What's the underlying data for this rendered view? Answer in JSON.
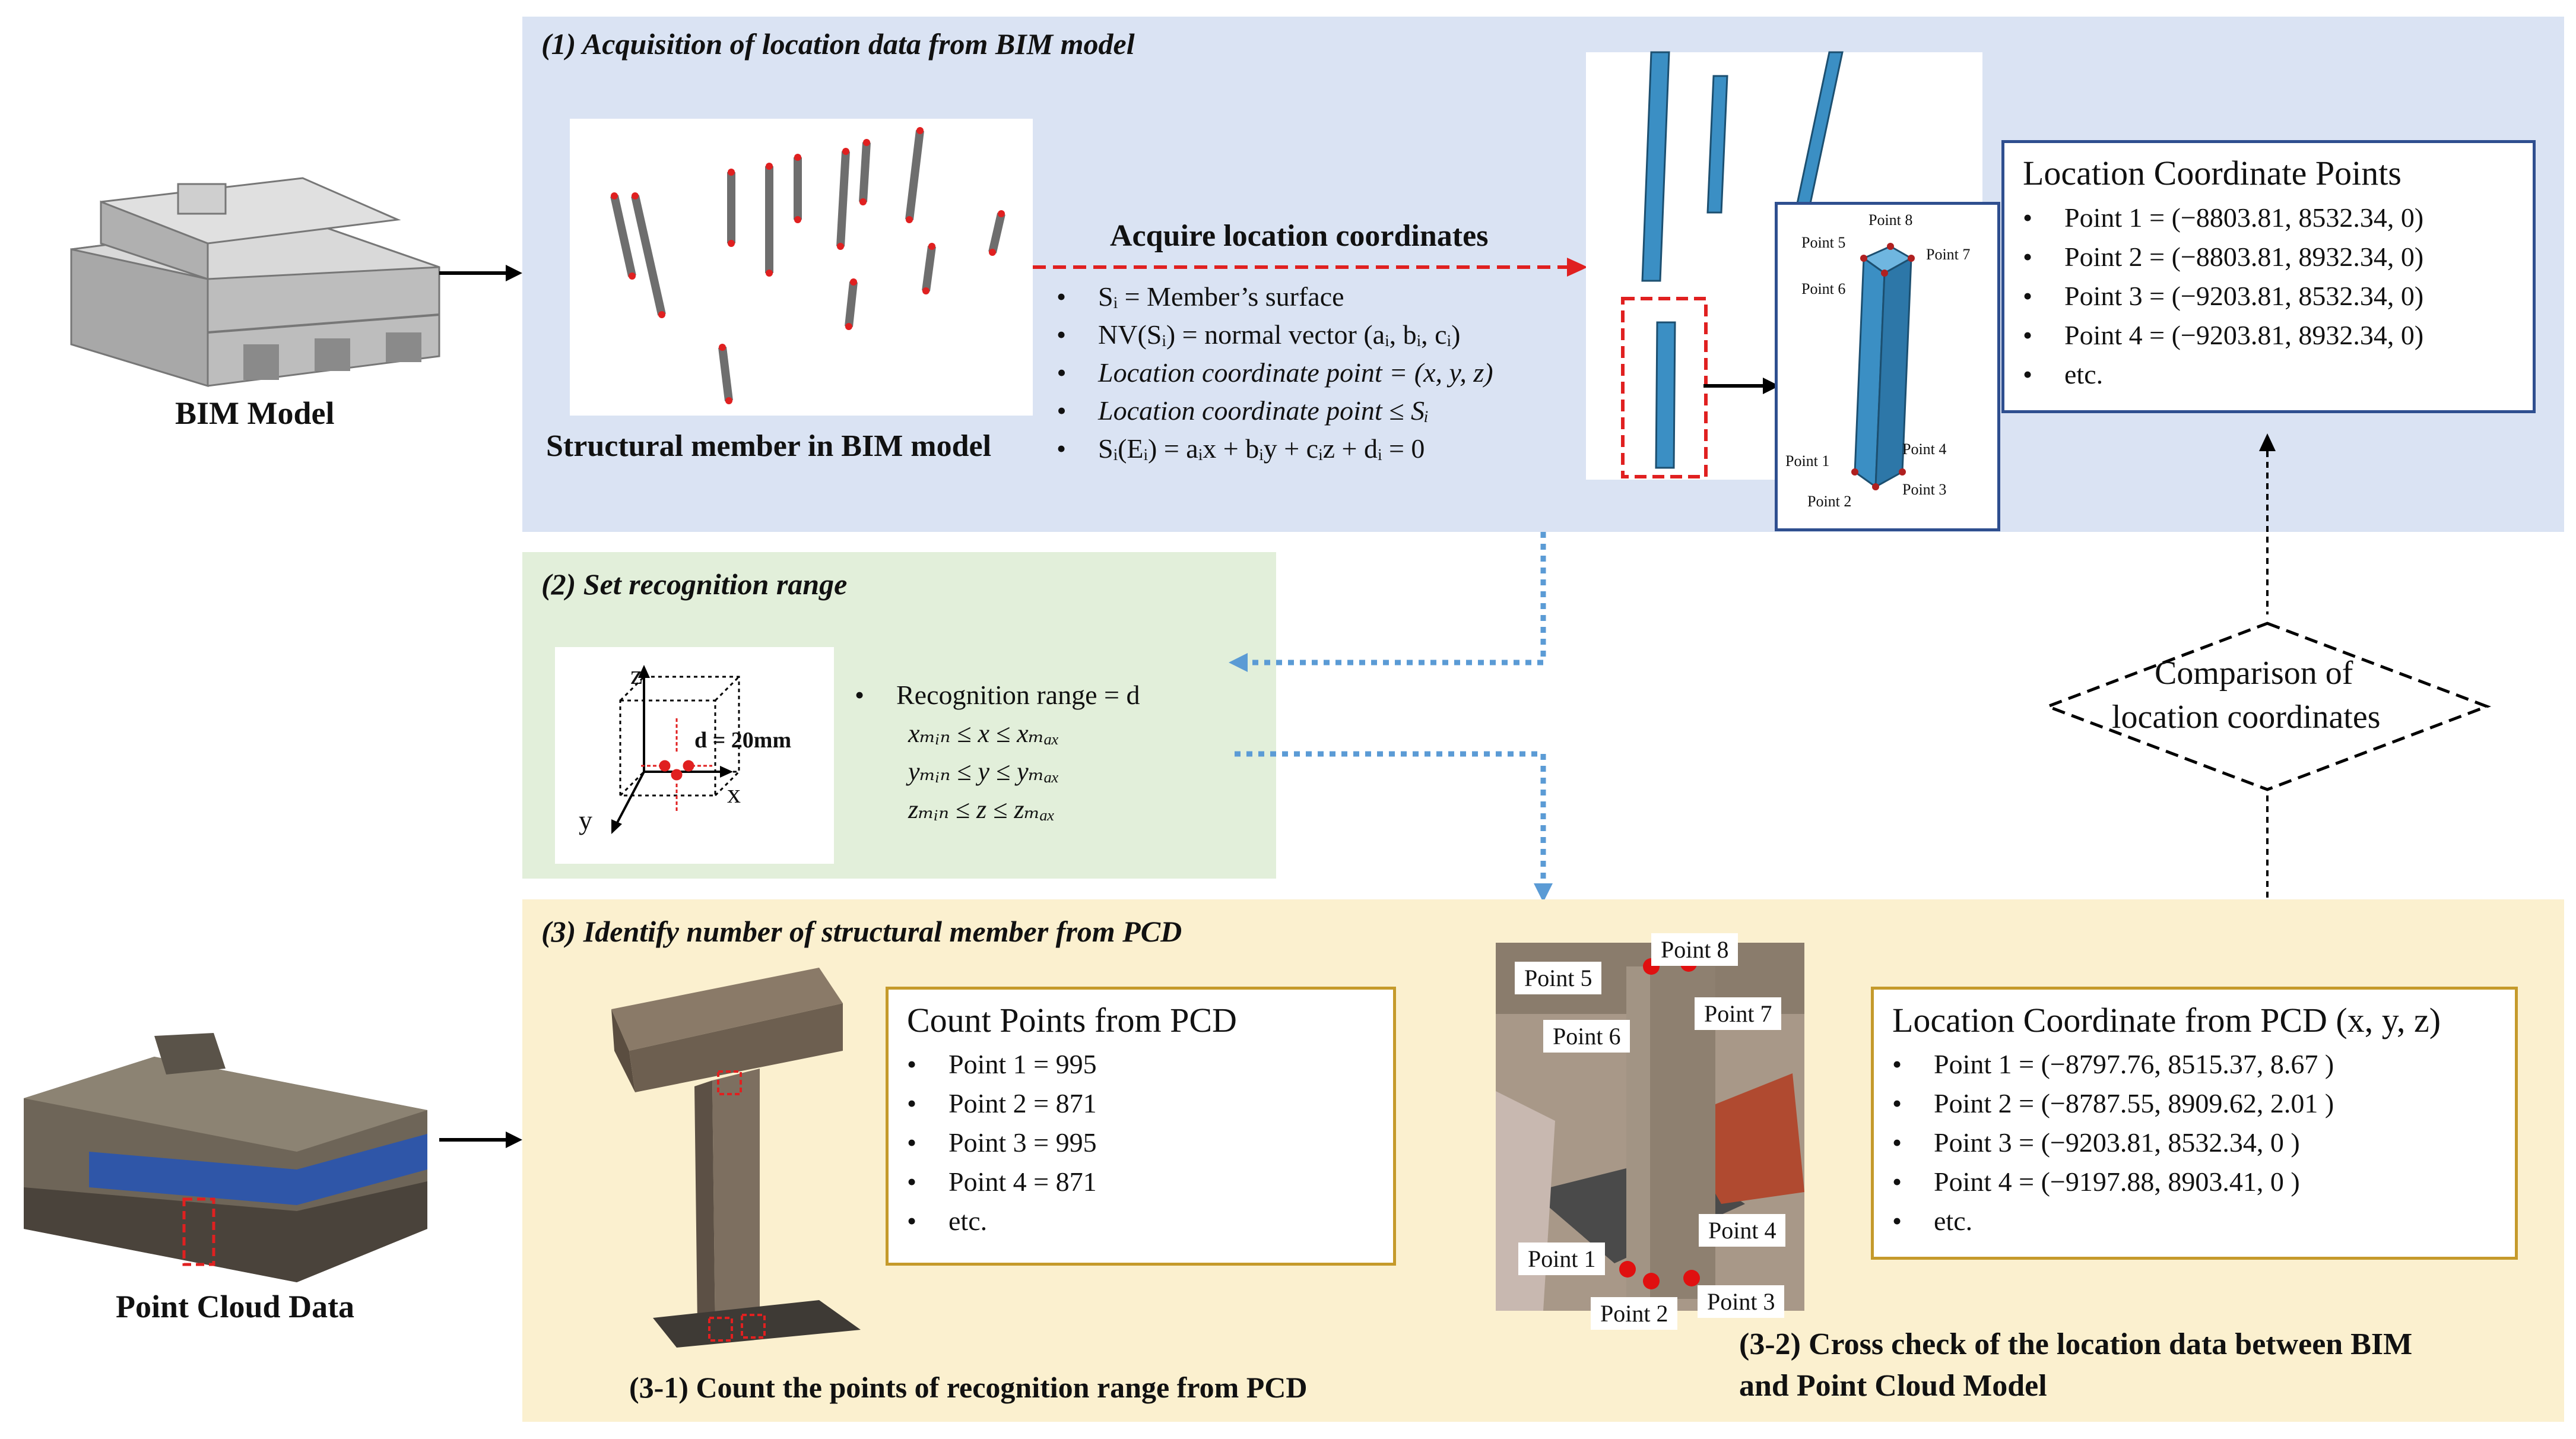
{
  "bim_model_label": "BIM Model",
  "pcd_label": "Point Cloud Data",
  "step1": {
    "title": "(1) Acquisition  of location data from BIM model",
    "members_caption": "Structural member in  BIM model",
    "acquire_label": "Acquire location coordinates",
    "bullets": [
      "Sᵢ = Member’s surface",
      "NV(Sᵢ) =  normal vector (aᵢ,  bᵢ,  cᵢ)",
      "Location coordinate point = (x, y, z)",
      "Location coordinate point ≤  Sᵢ",
      "Sᵢ(Eᵢ) = aᵢx + bᵢy + cᵢz + dᵢ = 0"
    ],
    "point_labels": [
      "Point 8",
      "Point 5",
      "Point 7",
      "Point 6",
      "Point 1",
      "Point 4",
      "Point 3",
      "Point 2"
    ],
    "coords_title": "Location Coordinate Points",
    "coords": [
      "Point 1 = (−8803.81, 8532.34, 0)",
      "Point 2 = (−8803.81, 8932.34, 0)",
      "Point 3 = (−9203.81, 8532.34, 0)",
      "Point 4 = (−9203.81, 8932.34, 0)",
      "etc."
    ]
  },
  "step2": {
    "title": "(2) Set recognition  range",
    "axis_z": "z",
    "axis_x": "x",
    "axis_y": "y",
    "d_label": "d = 20mm",
    "range_label": "Recognition range = d",
    "ranges": [
      "xₘᵢₙ ≤  x  ≤ xₘₐₓ",
      "yₘᵢₙ ≤  y  ≤ yₘₐₓ",
      "zₘᵢₙ ≤  z  ≤ zₘₐₓ"
    ]
  },
  "comparison_label_1": "Comparison of",
  "comparison_label_2": "location coordinates",
  "step3": {
    "title": "(3) Identify number of structural member from PCD",
    "count_title": "Count Points from PCD",
    "counts": [
      "Point 1 = 995",
      "Point 2 = 871",
      "Point 3 = 995",
      "Point 4 = 871",
      "etc."
    ],
    "caption_31": "(3-1) Count the points of recognition range from PCD",
    "photo_labels": [
      "Point 8",
      "Point 5",
      "Point 7",
      "Point 6",
      "Point 4",
      "Point 1",
      "Point 3",
      "Point 2"
    ],
    "pcd_coords_title": "Location Coordinate from PCD (x, y, z)",
    "pcd_coords": [
      "Point 1 = (−8797.76, 8515.37, 8.67 )",
      "Point 2 = (−8787.55, 8909.62, 2.01 )",
      "Point 3 = (−9203.81, 8532.34, 0 )",
      "Point 4 = (−9197.88, 8903.41, 0 )",
      "etc."
    ],
    "caption_32_line1": "(3-2) Cross check of the location data between BIM",
    "caption_32_line2": "and Point Cloud Model"
  }
}
